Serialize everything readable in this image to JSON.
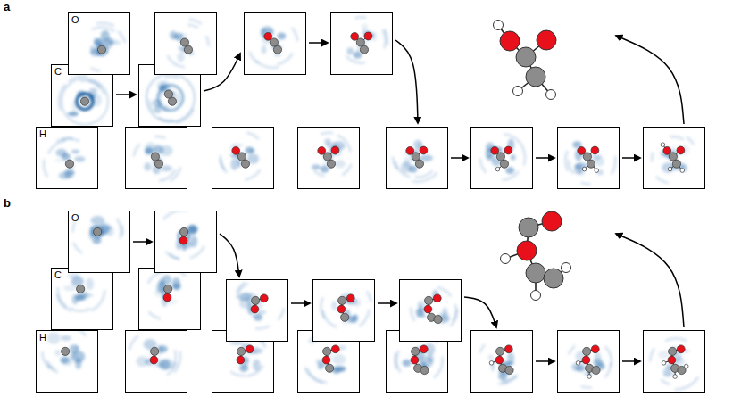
{
  "diagram": {
    "nodes": [
      {
        "text": [
          "O"
        ]
      },
      {
        "text": [
          "C"
        ]
      },
      {
        "text": [
          "H"
        ]
      },
      {
        "text": [
          "O"
        ]
      },
      {
        "text": [
          "C"
        ]
      },
      {
        "text": [
          "H"
        ]
      }
    ],
    "labels": [
      "a",
      "b"
    ]
  }
}
